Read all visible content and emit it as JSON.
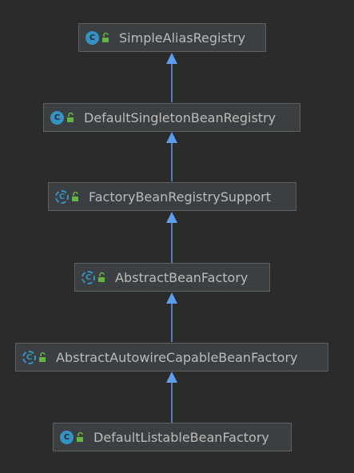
{
  "diagram": {
    "nodes": [
      {
        "id": "n1",
        "label": "SimpleAliasRegistry",
        "kind": "class",
        "kind_icon": "C"
      },
      {
        "id": "n2",
        "label": "DefaultSingletonBeanRegistry",
        "kind": "class",
        "kind_icon": "C"
      },
      {
        "id": "n3",
        "label": "FactoryBeanRegistrySupport",
        "kind": "abstract-class",
        "kind_icon": "C"
      },
      {
        "id": "n4",
        "label": "AbstractBeanFactory",
        "kind": "abstract-class",
        "kind_icon": "C"
      },
      {
        "id": "n5",
        "label": "AbstractAutowireCapableBeanFactory",
        "kind": "abstract-class",
        "kind_icon": "C"
      },
      {
        "id": "n6",
        "label": "DefaultListableBeanFactory",
        "kind": "class",
        "kind_icon": "C"
      }
    ],
    "edges": [
      {
        "from": "n2",
        "to": "n1",
        "type": "extends"
      },
      {
        "from": "n3",
        "to": "n2",
        "type": "extends"
      },
      {
        "from": "n4",
        "to": "n3",
        "type": "extends"
      },
      {
        "from": "n5",
        "to": "n4",
        "type": "extends"
      },
      {
        "from": "n6",
        "to": "n5",
        "type": "extends"
      }
    ],
    "colors": {
      "background": "#2b2b2b",
      "node_fill": "#3c3f41",
      "node_border": "#5e6060",
      "text": "#bbbbbb",
      "class_icon": "#3592c4",
      "lock_icon": "#62b543",
      "edge": "#5c9ded"
    },
    "icons": {
      "class": "class-icon",
      "abstract-class": "abstract-class-icon",
      "visibility": "public-lock-icon"
    }
  }
}
